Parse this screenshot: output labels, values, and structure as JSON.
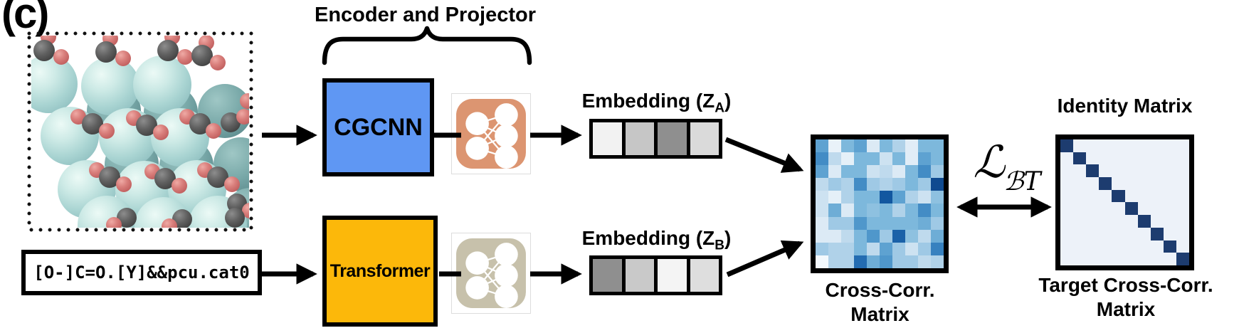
{
  "panel_label": "(c)",
  "encoder_projector_title": "Encoder and Projector",
  "input_text": "[O-]C=O.[Y]&&pcu.cat0",
  "cgcnn_label": "CGCNN",
  "transformer_label": "Transformer",
  "colors": {
    "cgcnn_box": "#5f97f3",
    "transformer_box": "#fcb80a",
    "projector_a": "#dc9571",
    "projector_b": "#c7c1ab",
    "arrow": "#000000"
  },
  "embedding_a": {
    "prefix": "Embedding (Z",
    "sub": "A",
    "suffix": ")",
    "cells": [
      "#f2f2f2",
      "#c6c6c6",
      "#8f8f8f",
      "#dadada"
    ]
  },
  "embedding_b": {
    "prefix": "Embedding (Z",
    "sub": "B",
    "suffix": ")",
    "cells": [
      "#8f8f8f",
      "#c9c9c9",
      "#f4f4f4",
      "#dedede"
    ]
  },
  "loss": {
    "main": "ℒ",
    "sub": "ℬT"
  },
  "labels": {
    "cross_corr_line1": "Cross-Corr.",
    "cross_corr_line2": "Matrix",
    "identity": "Identity Matrix",
    "target_line1": "Target Cross-Corr.",
    "target_line2": "Matrix"
  },
  "chart_data": [
    {
      "type": "heatmap",
      "name": "cross_correlation_matrix",
      "title": "Cross-Corr. Matrix",
      "rows": 10,
      "cols": 10,
      "values": [
        [
          0.55,
          0.08,
          0.45,
          0.55,
          0.15,
          0.45,
          0.3,
          0.12,
          0.45,
          0.45
        ],
        [
          0.65,
          0.25,
          0.1,
          0.45,
          0.45,
          0.2,
          0.45,
          0.12,
          0.55,
          0.45
        ],
        [
          0.55,
          0.15,
          0.45,
          0.45,
          0.2,
          0.25,
          0.15,
          0.45,
          0.65,
          0.35
        ],
        [
          0.25,
          0.35,
          0.3,
          0.65,
          0.35,
          0.3,
          0.35,
          0.45,
          0.35,
          0.95
        ],
        [
          0.2,
          0.1,
          0.3,
          0.45,
          0.45,
          0.9,
          0.55,
          0.3,
          0.2,
          0.4
        ],
        [
          0.2,
          0.5,
          0.15,
          0.45,
          0.4,
          0.45,
          0.3,
          0.45,
          0.65,
          0.45
        ],
        [
          0.15,
          0.35,
          0.35,
          0.6,
          0.45,
          0.45,
          0.45,
          0.45,
          0.5,
          0.35
        ],
        [
          0.15,
          0.15,
          0.25,
          0.45,
          0.6,
          0.35,
          0.85,
          0.4,
          0.25,
          0.5
        ],
        [
          0.35,
          0.3,
          0.3,
          0.45,
          0.25,
          0.55,
          0.35,
          0.2,
          0.35,
          0.7
        ],
        [
          0.02,
          0.3,
          0.3,
          0.8,
          0.5,
          0.6,
          0.35,
          0.35,
          0.25,
          0.3
        ]
      ],
      "stops": [
        [
          0,
          "#f7fbfe"
        ],
        [
          0.15,
          "#dceaf5"
        ],
        [
          0.3,
          "#b0d2e9"
        ],
        [
          0.45,
          "#7db8dc"
        ],
        [
          0.6,
          "#4f97cb"
        ],
        [
          0.75,
          "#2b76b9"
        ],
        [
          0.9,
          "#1257a0"
        ],
        [
          1,
          "#0b3d7f"
        ]
      ]
    },
    {
      "type": "heatmap",
      "name": "target_identity_matrix",
      "title": "Target Cross-Corr. Matrix (Identity Matrix)",
      "rows": 10,
      "cols": 10,
      "values": [
        [
          1,
          0,
          0,
          0,
          0,
          0,
          0,
          0,
          0,
          0
        ],
        [
          0,
          1,
          0,
          0,
          0,
          0,
          0,
          0,
          0,
          0
        ],
        [
          0,
          0,
          1,
          0,
          0,
          0,
          0,
          0,
          0,
          0
        ],
        [
          0,
          0,
          0,
          1,
          0,
          0,
          0,
          0,
          0,
          0
        ],
        [
          0,
          0,
          0,
          0,
          1,
          0,
          0,
          0,
          0,
          0
        ],
        [
          0,
          0,
          0,
          0,
          0,
          1,
          0,
          0,
          0,
          0
        ],
        [
          0,
          0,
          0,
          0,
          0,
          0,
          1,
          0,
          0,
          0
        ],
        [
          0,
          0,
          0,
          0,
          0,
          0,
          0,
          1,
          0,
          0
        ],
        [
          0,
          0,
          0,
          0,
          0,
          0,
          0,
          0,
          1,
          0
        ],
        [
          0,
          0,
          0,
          0,
          0,
          0,
          0,
          0,
          0,
          1
        ]
      ],
      "stops": [
        [
          0,
          "#edf2f9"
        ],
        [
          1,
          "#1d3c6f"
        ]
      ]
    }
  ]
}
